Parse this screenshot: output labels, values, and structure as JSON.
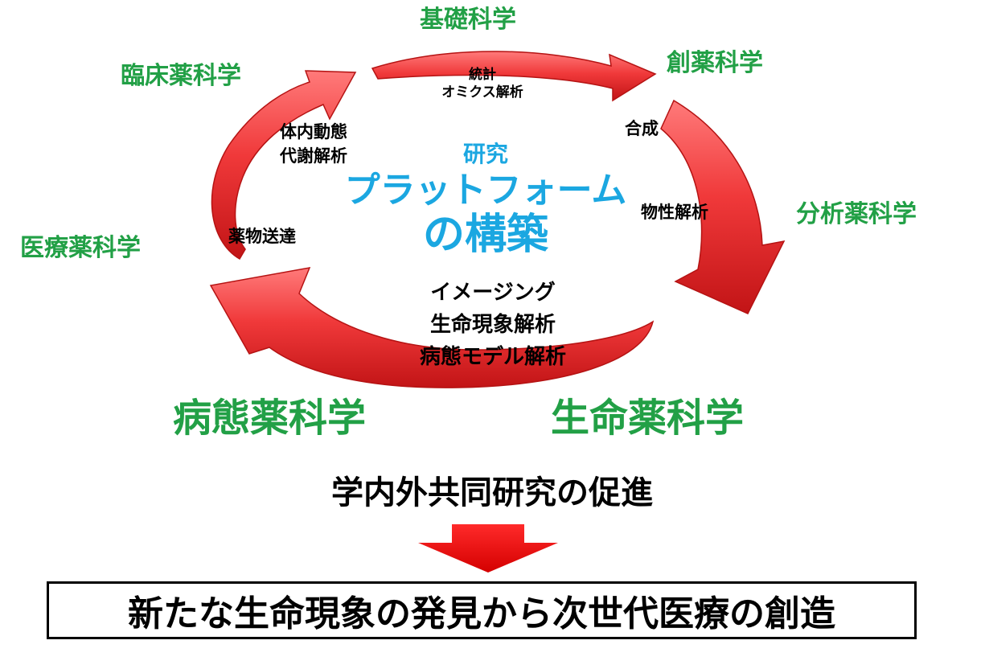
{
  "colors": {
    "arrow_red": "#f0393a",
    "arrow_dark_red": "#c21416",
    "field_green": "#22a046",
    "platform_blue": "#1ba7e1",
    "text_black": "#000000"
  },
  "fields": {
    "basic": "基礎科学",
    "drug_discovery": "創薬科学",
    "analytical": "分析薬科学",
    "life": "生命薬科学",
    "pathology": "病態薬科学",
    "medical": "医療薬科学",
    "clinical": "臨床薬科学"
  },
  "methods": {
    "statistics": "統計",
    "omics": "オミクス解析",
    "synthesis": "合成",
    "physical_properties": "物性解析",
    "imaging": "イメージング",
    "life_phenomena": "生命現象解析",
    "disease_model": "病態モデル解析",
    "drug_delivery": "薬物送達",
    "pharmacokinetics": "体内動態",
    "metabolism": "代謝解析"
  },
  "center": {
    "line1": "研究",
    "line2": "プラットフォーム",
    "line3": "の構築"
  },
  "promotion": "学内外共同研究の促進",
  "result": "新たな生命現象の発見から次世代医療の創造"
}
